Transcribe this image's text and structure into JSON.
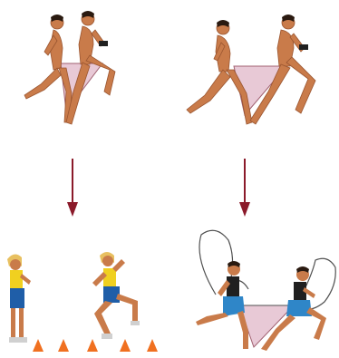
{
  "colors": {
    "background": "#ffffff",
    "arrow": "#8b1a2a",
    "skin": "#c97b4a",
    "skin_shade": "#9a5530",
    "hair": "#2a1a10",
    "triangle_fill": "#e8c9d6",
    "triangle_line": "#a06070",
    "singlet_yellow": "#f0d020",
    "shorts_blue": "#1f5ea8",
    "shorts_blue_light": "#2f86c8",
    "singlet_black": "#202020",
    "cone_orange": "#f07020",
    "blonde_hair": "#e8c060",
    "outline_gray": "#505050"
  },
  "figure": {
    "panels": [
      {
        "id": "top-left",
        "subject": "two-runners-short-stride"
      },
      {
        "id": "top-right",
        "subject": "two-runners-long-stride"
      },
      {
        "id": "bottom-left",
        "subject": "athlete-cone-drill"
      },
      {
        "id": "bottom-right",
        "subject": "runners-with-outline-contours"
      }
    ],
    "arrows": [
      "left-down-arrow",
      "right-down-arrow"
    ]
  }
}
